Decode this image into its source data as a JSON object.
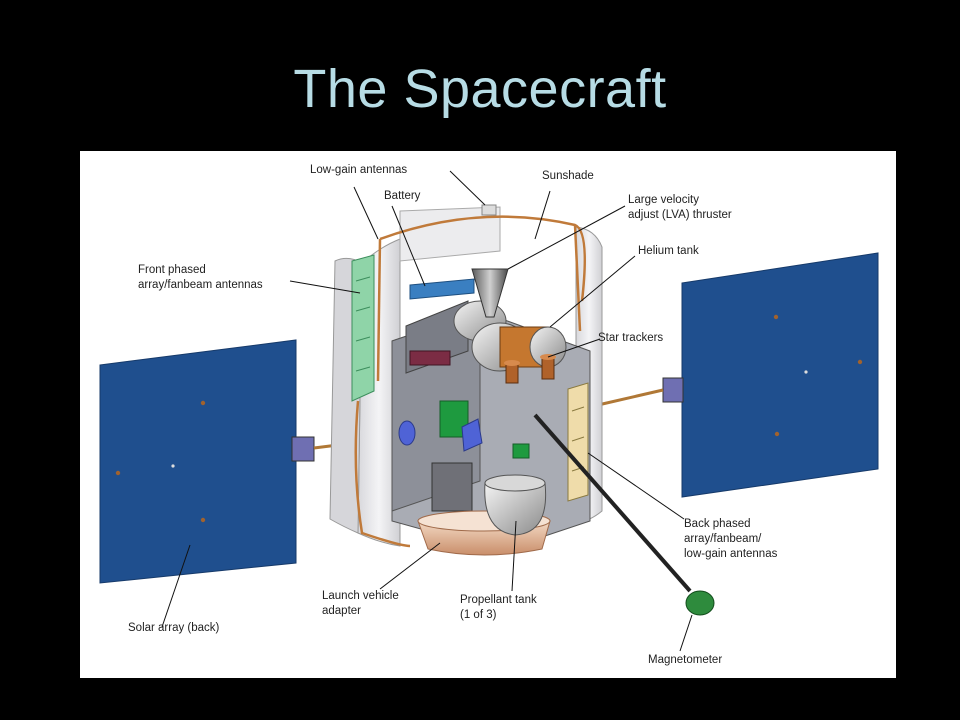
{
  "slide": {
    "title": "The Spacecraft"
  },
  "labels": {
    "low_gain_antennas": "Low-gain antennas",
    "sunshade": "Sunshade",
    "battery": "Battery",
    "lva_line1": "Large velocity",
    "lva_line2": "adjust (LVA) thruster",
    "helium_tank": "Helium tank",
    "front_phased_line1": "Front phased",
    "front_phased_line2": "array/fanbeam antennas",
    "star_trackers": "Star trackers",
    "back_phased_line1": "Back phased",
    "back_phased_line2": "array/fanbeam/",
    "back_phased_line3": "low-gain antennas",
    "launch_adapter_line1": "Launch vehicle",
    "launch_adapter_line2": "adapter",
    "propellant_line1": "Propellant tank",
    "propellant_line2": "(1 of 3)",
    "solar_array": "Solar array (back)",
    "magnetometer": "Magnetometer"
  },
  "colors": {
    "slide_background": "#000000",
    "title_text": "#b7dce5",
    "solar_panel": "#1f4f8e",
    "sunshade": "#e8e8ea",
    "harness": "#c07a3a",
    "magnetometer": "#2e8b3d"
  }
}
